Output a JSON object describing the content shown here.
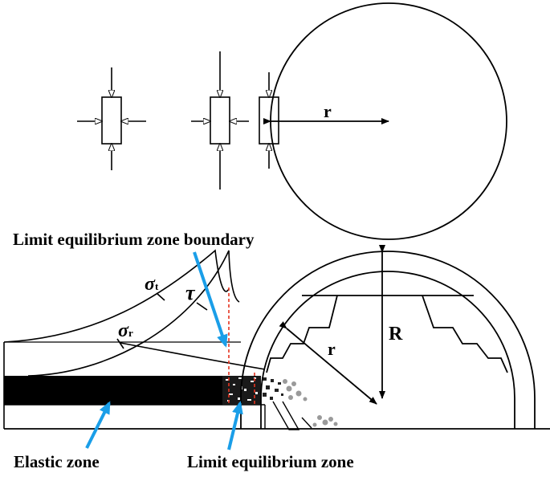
{
  "labels": {
    "boundary": "Limit equilibrium zone boundary",
    "elastic_zone": "Elastic zone",
    "limit_zone": "Limit equilibrium zone",
    "radius_small_top": "r",
    "radius_small_tunnel": "r",
    "radius_big": "R",
    "sigma_t_symbol": "σ",
    "sigma_t_sub": "t",
    "sigma_r_symbol": "σ",
    "sigma_r_sub": "r",
    "tau": "τ"
  },
  "colors": {
    "stroke": "#000000",
    "pointer_arrow": "#1a9ee8",
    "boundary_line": "#e53420",
    "fill_dark": "#000000",
    "rubble": "#9a9a9a"
  }
}
